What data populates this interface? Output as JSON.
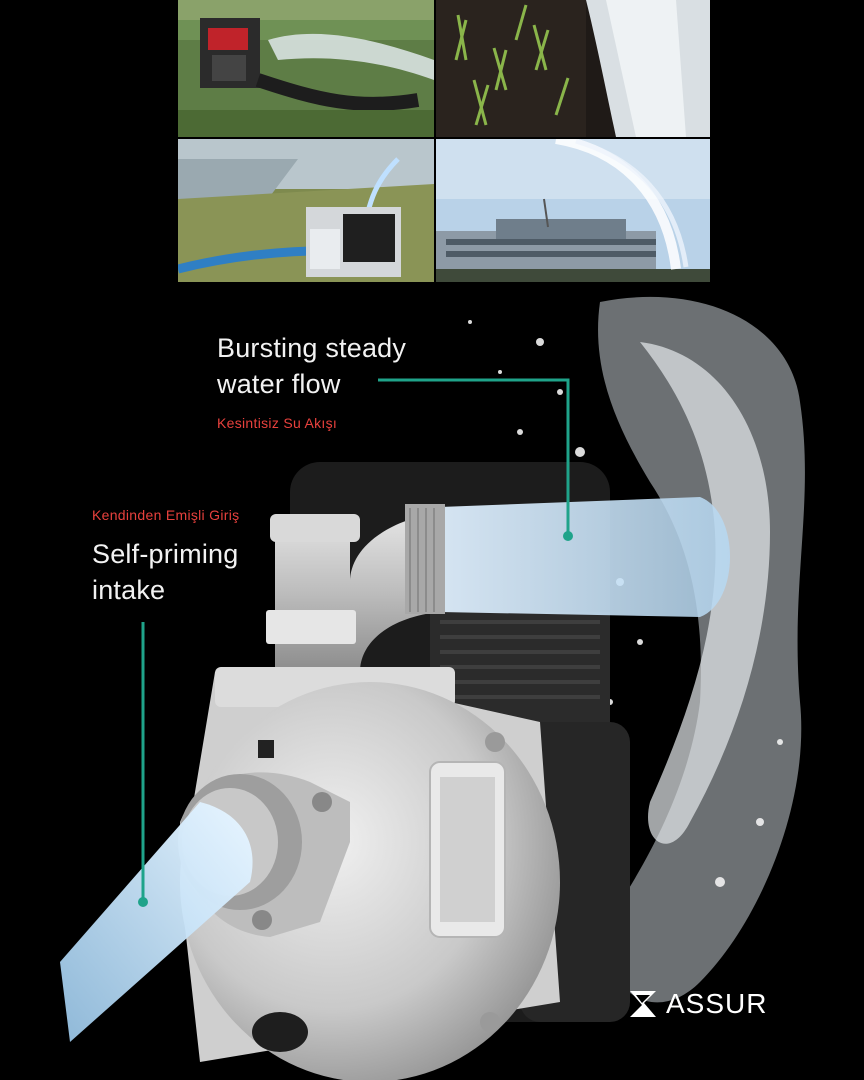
{
  "callouts": {
    "flow": {
      "title": "Bursting steady water flow",
      "subtitle": "Kesintisiz Su Akışı"
    },
    "intake": {
      "subtitle": "Kendinden Emişli Giriş",
      "title": "Self-priming intake"
    }
  },
  "brand": {
    "name": "ASSUR"
  },
  "colors": {
    "background": "#000000",
    "callout_line": "#1fa38a",
    "subtitle_text": "#e8413d",
    "title_text": "#f2f2f2"
  }
}
